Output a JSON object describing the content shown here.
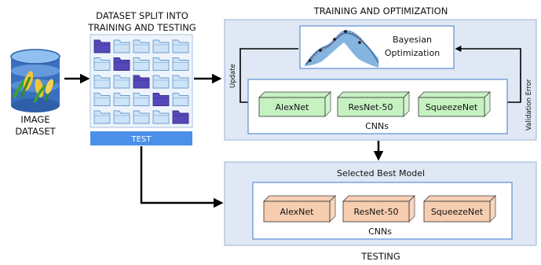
{
  "dataset": {
    "line1": "IMAGE",
    "line2": "DATASET"
  },
  "split": {
    "line1": "DATASET SPLIT INTO",
    "line2": "TRAINING AND TESTING",
    "test_label": "TEST"
  },
  "training": {
    "title": "TRAINING AND OPTIMIZATION",
    "bayes_line1": "Bayesian",
    "bayes_line2": "Optimization",
    "update_label": "Update",
    "validation_label": "Validation Error",
    "models": [
      "AlexNet",
      "ResNet-50",
      "SqueezeNet"
    ],
    "cnns_label": "CNNs"
  },
  "testing": {
    "header": "Selected Best Model",
    "models": [
      "AlexNet",
      "ResNet-50",
      "SqueezeNet"
    ],
    "cnns_label": "CNNs",
    "footer": "TESTING"
  },
  "colors": {
    "panel_fill": "#dfe8f4",
    "panel_border": "#a9bfd9",
    "inner_border": "#5b8fd6",
    "train_model": "#c6f2c2",
    "test_model": "#f7cdb0",
    "test_bar": "#4a90e8",
    "folder_dark": "#5548b8",
    "folder_light": "#cde3f7"
  },
  "icons": [
    "database-icon",
    "corn-icon",
    "folder-icon",
    "optimization-curve-icon",
    "arrow-icon"
  ]
}
